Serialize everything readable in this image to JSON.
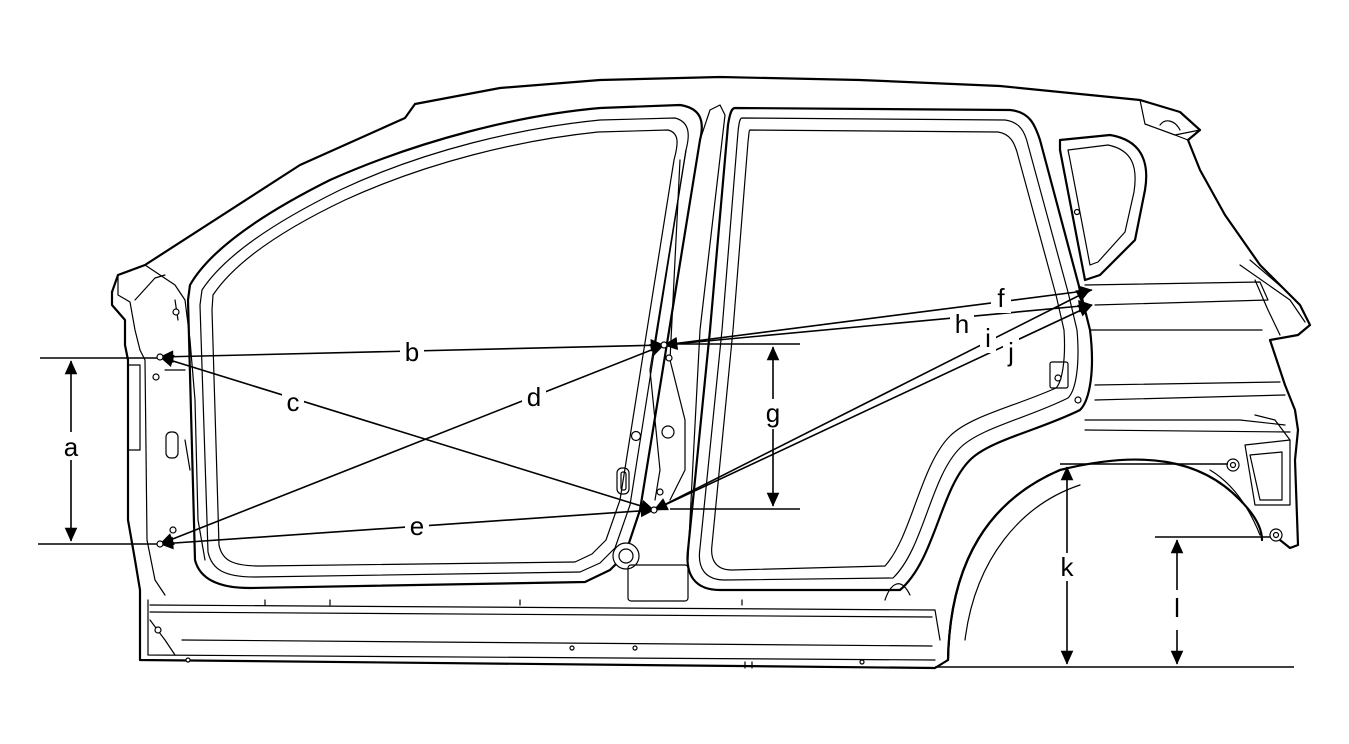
{
  "diagram": {
    "labels": {
      "a": "a",
      "b": "b",
      "c": "c",
      "d": "d",
      "e": "e",
      "f": "f",
      "g": "g",
      "h": "h",
      "i": "i",
      "j": "j",
      "k": "k",
      "l": "l"
    },
    "colors": {
      "line": "#000000",
      "background": "#ffffff"
    }
  }
}
